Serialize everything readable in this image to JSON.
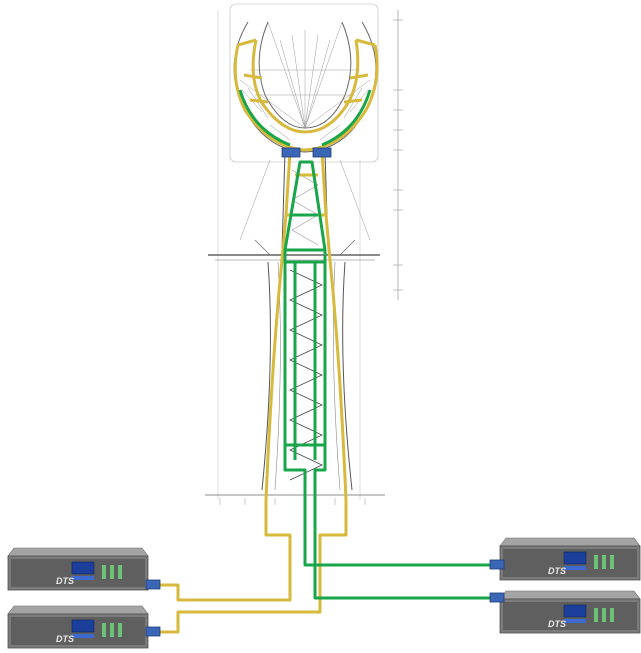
{
  "colors": {
    "yellow_fiber": "#d7b93c",
    "green_fiber": "#19a64a",
    "drawing_line": "#8c8c8c",
    "unit_body": "#7b7b7b",
    "unit_front": "#5f5f5f",
    "display": "#1d3f9c",
    "connector": "#3a66b5"
  },
  "units": [
    {
      "id": "left-top",
      "label": "DTS"
    },
    {
      "id": "left-bottom",
      "label": "DTS"
    },
    {
      "id": "right-top",
      "label": "DTS"
    },
    {
      "id": "right-bottom",
      "label": "DTS"
    }
  ]
}
